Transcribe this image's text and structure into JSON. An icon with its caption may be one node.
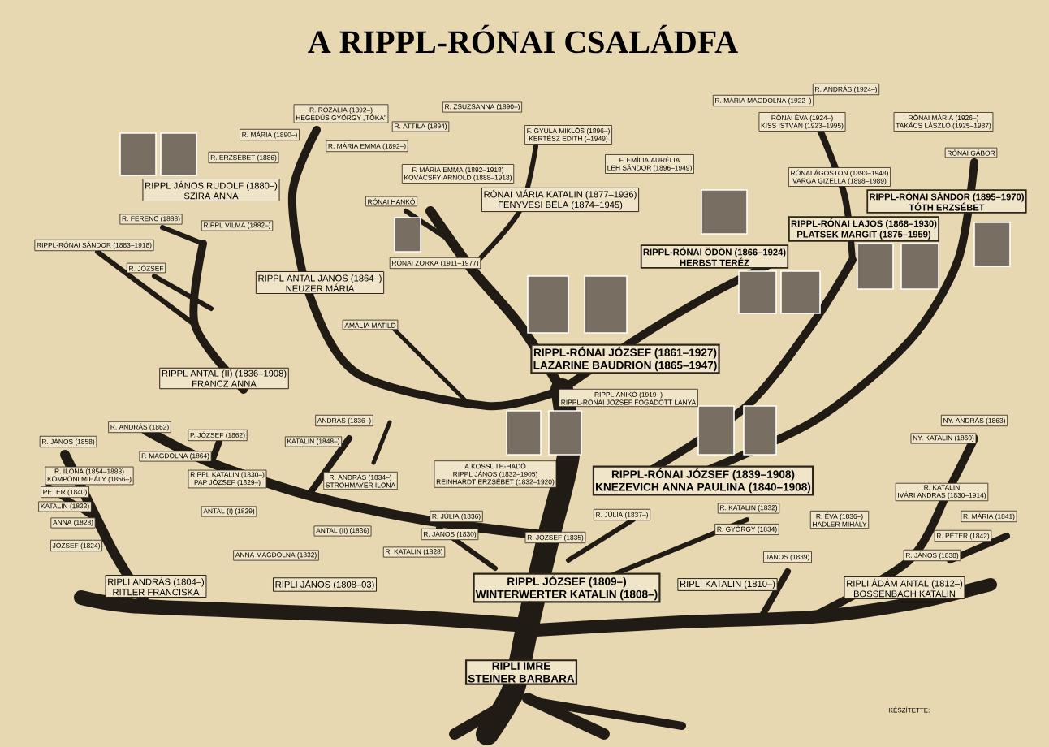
{
  "diagram": {
    "title": "A RIPPL-RÓNAI CSALÁDFA",
    "nodes": [
      {
        "text": [
          "R. ROZÁLIA (1892–)",
          "HEGEDŰS GYÖRGY „TÓKA”"
        ]
      },
      {
        "text": [
          "R. MÁRIA (1890–)"
        ]
      },
      {
        "text": [
          "R. ERZSÉBET (1886)"
        ]
      },
      {
        "text": [
          "RIPPL JÁNOS RUDOLF (1880–)",
          "SZIRA ANNA"
        ]
      },
      {
        "text": [
          "R. FERENC (1888)"
        ]
      },
      {
        "text": [
          "RIPPL VILMA (1882–)"
        ]
      },
      {
        "text": [
          "RIPPL-RÓNAI SÁNDOR (1883–1918)"
        ]
      },
      {
        "text": [
          "R. JÓZSEF"
        ]
      },
      {
        "text": [
          "RIPPL ANTAL JÁNOS (1864–)",
          "NEUZER MÁRIA"
        ]
      },
      {
        "text": [
          "AMÁLIA MATILD"
        ]
      },
      {
        "text": [
          "RIPPL ANTAL (II) (1836–1908)",
          "FRANCZ ANNA"
        ]
      },
      {
        "text": [
          "R. ZSUZSANNA (1890–)"
        ]
      },
      {
        "text": [
          "R. ATTILA (1894)"
        ]
      },
      {
        "text": [
          "R. MÁRIA EMMA (1892–)"
        ]
      },
      {
        "text": [
          "F. GYULA MIKLÓS (1896–)",
          "KERTÉSZ EDITH (–1949)"
        ]
      },
      {
        "text": [
          "F. EMÍLIA AURÉLIA",
          "LEH SÁNDOR (1896–1949)"
        ]
      },
      {
        "text": [
          "F. MÁRIA EMMA (1892–1918)",
          "KOVÁCSFY ARNOLD (1888–1918)"
        ]
      },
      {
        "text": [
          "RÓNAI HANKÓ"
        ]
      },
      {
        "text": [
          "RÓNAI MÁRIA KATALIN (1877–1936)",
          "FENYVESI BÉLA (1874–1945)"
        ]
      },
      {
        "text": [
          "RÓNAI ZORKA (1911–1977)"
        ]
      },
      {
        "text": [
          "RIPPL-RÓNAI ÖDÖN (1866–1924)",
          "HERBST TERÉZ"
        ]
      },
      {
        "text": [
          "RIPPL-RÓNAI JÓZSEF (1861–1927)",
          "LAZARINE BAUDRION (1865–1947)"
        ]
      },
      {
        "text": [
          "RIPPL ANIKÓ (1919–)",
          "RIPPL-RÓNAI JÓZSEF FOGADOTT LÁNYA"
        ]
      },
      {
        "text": [
          "R. ANDRÁS (1924–)"
        ]
      },
      {
        "text": [
          "R. MÁRIA MAGDOLNA (1922–)"
        ]
      },
      {
        "text": [
          "RÓNAI ÉVA (1924–)",
          "KISS ISTVÁN (1923–1995)"
        ]
      },
      {
        "text": [
          "RÓNAI MÁRIA (1926–)",
          "TAKÁCS LÁSZLÓ (1925–1987)"
        ]
      },
      {
        "text": [
          "RÓNAI GÁBOR"
        ]
      },
      {
        "text": [
          "RÓNAI ÁGOSTON (1893–1948)",
          "VARGA GIZELLA (1898–1989)"
        ]
      },
      {
        "text": [
          "RIPPL-RÓNAI SÁNDOR (1895–1970)",
          "TÓTH ERZSÉBET"
        ]
      },
      {
        "text": [
          "RIPPL-RÓNAI LAJOS (1868–1930)",
          "PLATSEK MARGIT (1875–1959)"
        ]
      },
      {
        "text": [
          "R. ANDRÁS (1862)"
        ]
      },
      {
        "text": [
          "R. JÁNOS (1858)"
        ]
      },
      {
        "text": [
          "P. JÓZSEF (1862)"
        ]
      },
      {
        "text": [
          "P. MAGDOLNA (1864)"
        ]
      },
      {
        "text": [
          "R. ILONA (1854–1883)",
          "KÖMPÖNI MIHÁLY (1856–)"
        ]
      },
      {
        "text": [
          "PÉTER (1840)"
        ]
      },
      {
        "text": [
          "KATALIN (1833)"
        ]
      },
      {
        "text": [
          "ANNA (1828)"
        ]
      },
      {
        "text": [
          "JÓZSEF (1824)"
        ]
      },
      {
        "text": [
          "RIPPL KATALIN (1830–)",
          "PAP JÓZSEF (1829–)"
        ]
      },
      {
        "text": [
          "ANDRÁS (1836–)"
        ]
      },
      {
        "text": [
          "KATALIN (1848–)"
        ]
      },
      {
        "text": [
          "R. ANDRÁS (1834–)",
          "STROHMAYER ILONA"
        ]
      },
      {
        "text": [
          "ANTAL (I) (1829)"
        ]
      },
      {
        "text": [
          "ANTAL (II) (1836)"
        ]
      },
      {
        "text": [
          "ANNA MAGDOLNA (1832)"
        ]
      },
      {
        "text": [
          "RIPLI ANDRÁS (1804–)",
          "RITLER FRANCISKA"
        ]
      },
      {
        "text": [
          "RIPLI JÁNOS (1808–03)"
        ]
      },
      {
        "text": [
          "R. JÚLIA (1836)"
        ]
      },
      {
        "text": [
          "R. JÁNOS (1830)"
        ]
      },
      {
        "text": [
          "R. KATALIN (1828)"
        ]
      },
      {
        "text": [
          "A KOSSUTH-HADÓ",
          "RIPPL JÁNOS (1832–1905)",
          "REINHARDT ERZSÉBET (1832–1920)"
        ]
      },
      {
        "text": [
          "R. JÓZSEF (1835)"
        ]
      },
      {
        "text": [
          "R. JÚLIA (1837–)"
        ]
      },
      {
        "text": [
          "R. KATALIN (1832)"
        ]
      },
      {
        "text": [
          "R. GYÖRGY (1834)"
        ]
      },
      {
        "text": [
          "RIPPL-RÓNAI JÓZSEF (1839–1908)",
          "KNEZEVICH ANNA PAULINA (1840–1908)"
        ]
      },
      {
        "text": [
          "RIPPL JÓZSEF (1809–)",
          "WINTERWERTER KATALIN (1808–)"
        ]
      },
      {
        "text": [
          "RIPLI KATALIN (1810–)"
        ]
      },
      {
        "text": [
          "RIPLI ÁDÁM ANTAL (1812–)",
          "BOSSENBACH KATALIN"
        ]
      },
      {
        "text": [
          "JÁNOS (1839)"
        ]
      },
      {
        "text": [
          "R. ÉVA (1836–)",
          "HADLER MIHÁLY"
        ]
      },
      {
        "text": [
          "R. KATALIN",
          "IVÁRI ANDRÁS (1830–1914)"
        ]
      },
      {
        "text": [
          "NY. ANDRÁS (1863)"
        ]
      },
      {
        "text": [
          "NY. KATALIN (1860)"
        ]
      },
      {
        "text": [
          "R. MÁRIA (1841)"
        ]
      },
      {
        "text": [
          "R. PÉTER (1842)"
        ]
      },
      {
        "text": [
          "R. JÁNOS (1838)"
        ]
      },
      {
        "text": [
          "RIPLI IMRE",
          "STEINER BARBARA"
        ]
      }
    ],
    "labels": [
      "KÉSZÍTETTE:"
    ]
  }
}
